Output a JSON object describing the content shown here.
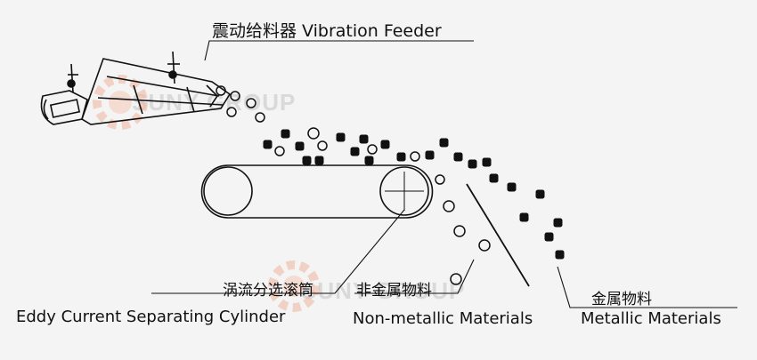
{
  "labels": {
    "vibration_feeder": "震动给料器  Vibration Feeder",
    "cylinder_cn": "涡流分选滚筒",
    "cylinder_en": "Eddy Current Separating Cylinder",
    "nonmetal_cn": "非金属物料",
    "nonmetal_en": "Non-metallic Materials",
    "metal_cn": "金属物料",
    "metal_en": "Metallic Materials"
  },
  "watermark": {
    "text_top": "SUNY GROUP",
    "text_bottom": "SUNY GROUP",
    "gear_color": "#f2b6a0",
    "text_color": "#d9d9d9"
  },
  "colors": {
    "line": "#111111",
    "background": "#f4f4f4"
  }
}
